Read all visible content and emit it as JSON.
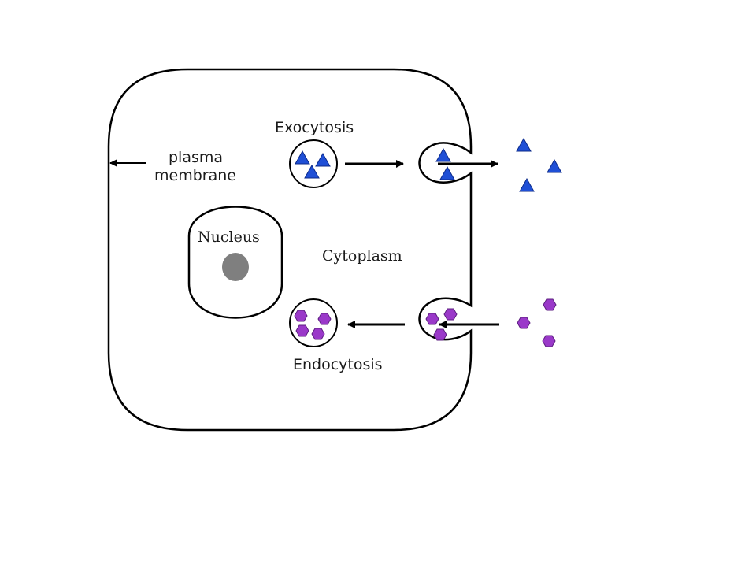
{
  "labels": {
    "exocytosis": "Exocytosis",
    "plasma_line1": "plasma",
    "plasma_line2": "membrane",
    "nucleus": "Nucleus",
    "cytoplasm": "Cytoplasm",
    "endocytosis": "Endocytosis"
  },
  "colors": {
    "outline": "#000000",
    "triangle_fill": "#1f4fd6",
    "hexagon_fill": "#9a39c9",
    "nucleolus_fill": "#7f7f7f",
    "background": "#ffffff"
  },
  "icons": {
    "exocytosis_cargo": "blue-triangle-icon",
    "endocytosis_cargo": "purple-hexagon-icon"
  }
}
